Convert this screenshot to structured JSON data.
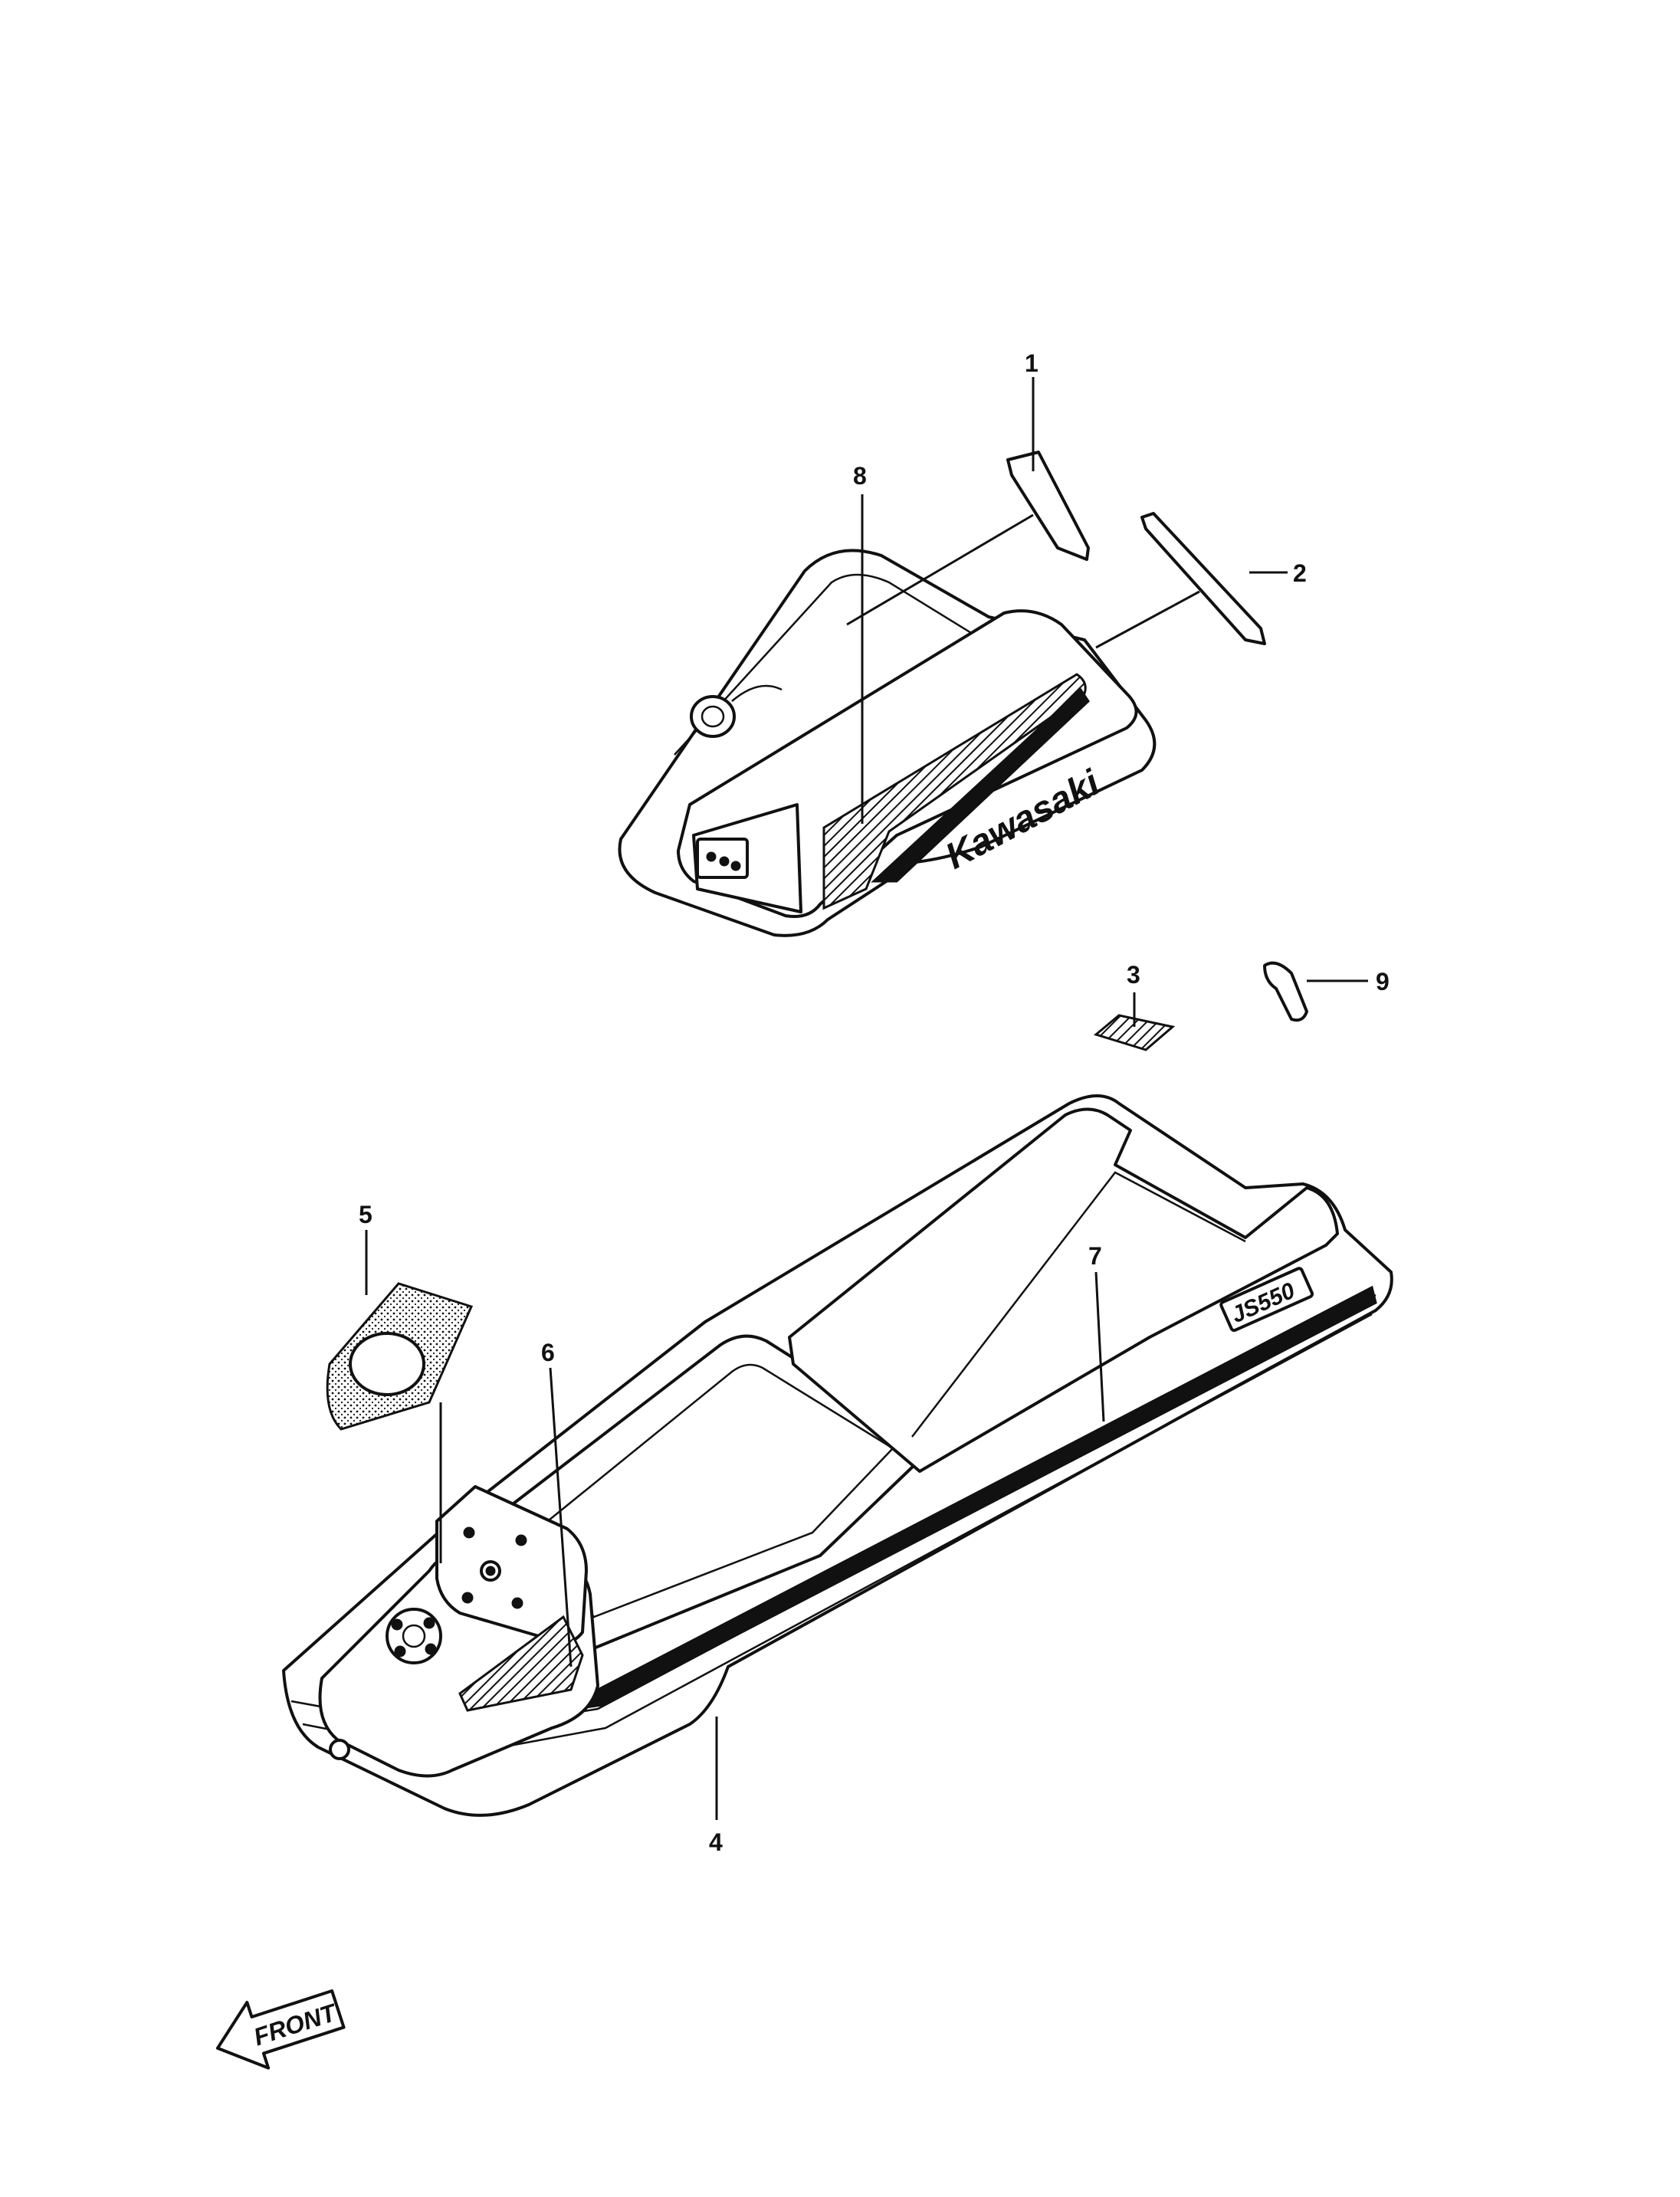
{
  "diagram": {
    "callouts": [
      "1",
      "2",
      "3",
      "4",
      "5",
      "6",
      "7",
      "8",
      "9"
    ],
    "engine_cover_logo": "Kawasaki",
    "hull_model_badge": "JS550",
    "front_arrow_label": "FRONT"
  },
  "colors": {
    "ink": "#111111",
    "paper": "#ffffff"
  }
}
